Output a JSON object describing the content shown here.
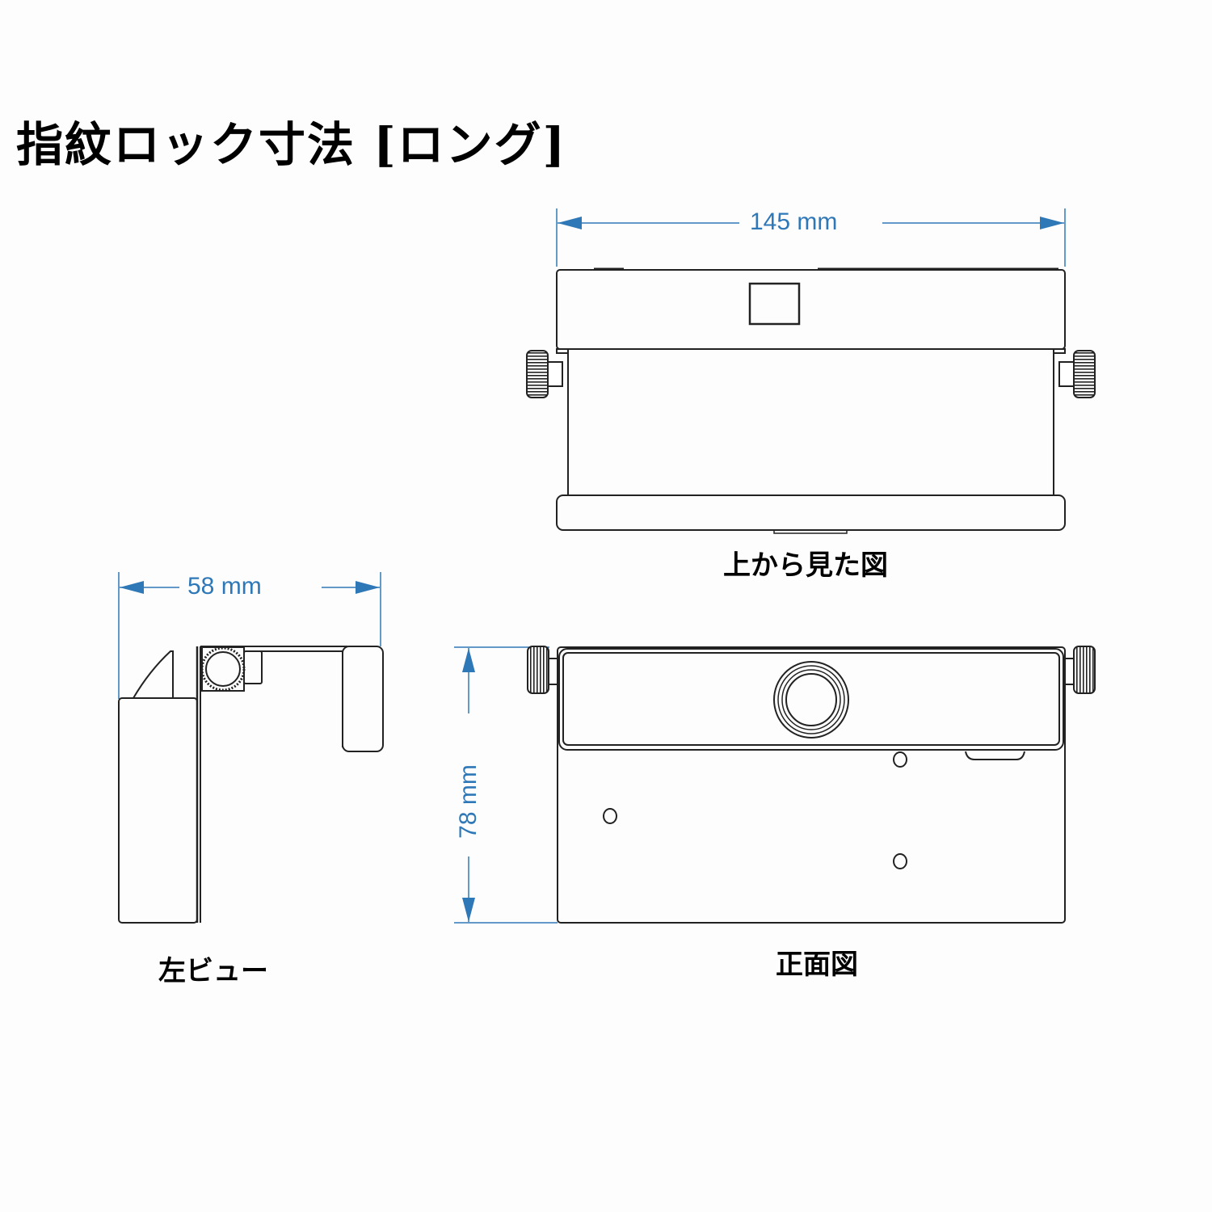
{
  "title": "指紋ロック寸法 [ロング]",
  "colors": {
    "dimension": "#2f78b7",
    "outline": "#222222",
    "background": "#fdfdfd"
  },
  "views": {
    "top": {
      "caption": "上から見た図",
      "dimension_label": "145 mm"
    },
    "left": {
      "caption": "左ビュー",
      "dimension_label": "58 mm"
    },
    "front": {
      "caption": "正面図",
      "dimension_label": "78 mm"
    }
  }
}
